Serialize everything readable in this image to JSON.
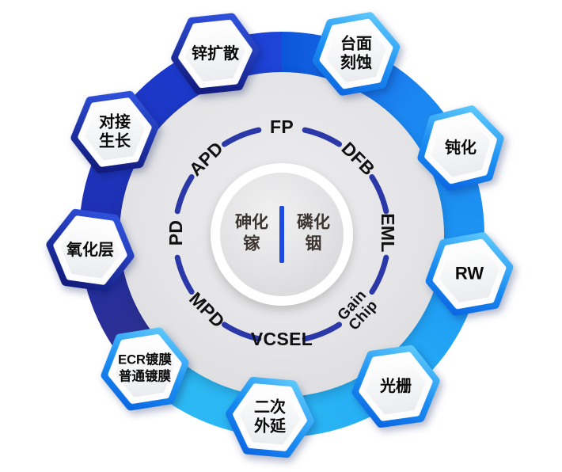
{
  "center": {
    "left": "砷化\n镓",
    "right": "磷化\n铟"
  },
  "devices": [
    "FP",
    "DFB",
    "EML",
    "Gain\nChip",
    "VCSEL",
    "MPD",
    "PD",
    "APD"
  ],
  "processes": [
    "锌扩散",
    "台面\n刻蚀",
    "钝化",
    "RW",
    "光栅",
    "二次\n外延",
    "ECR镀膜\n普通镀膜",
    "氧化层",
    "对接\n生长"
  ],
  "colors": {
    "ring_navy": "#1d35c2",
    "ring_royal": "#1e44d8",
    "ring_azure": "#1b87f1",
    "ring_cyan": "#2cbaf3",
    "hex_border_navy": "#1c2eb8",
    "hex_border_azure": "#1687f1",
    "dash": "#2a38a8",
    "divider": "#1d4ae0",
    "plate_gray": "#e4e4e6"
  }
}
